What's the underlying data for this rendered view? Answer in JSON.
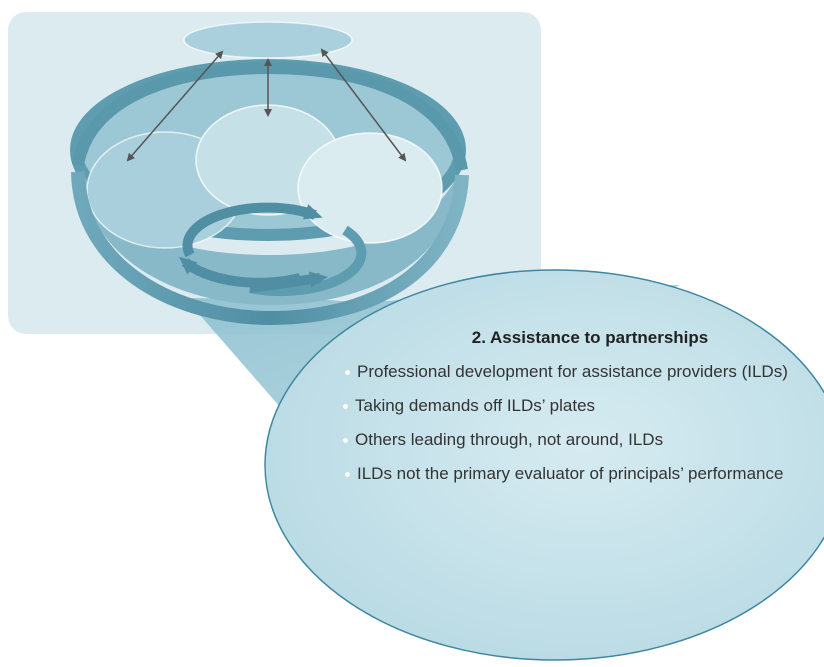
{
  "callout": {
    "title": "2. Assistance to partnerships",
    "items": [
      "Professional development for assistance providers (ILDs)",
      "Taking demands off ILDs’ plates",
      "Others leading through, not around, ILDs",
      "ILDs not the primary evaluator of principals’ performance"
    ]
  },
  "colors": {
    "panel": "#dcebf0",
    "ring": "#5e9cb0",
    "ring_light": "#8fbccb",
    "circle_fill": "#b9d8e2",
    "arrow": "#555555",
    "callout_fill": "#c7e2ea",
    "callout_border": "#3f86a0"
  }
}
